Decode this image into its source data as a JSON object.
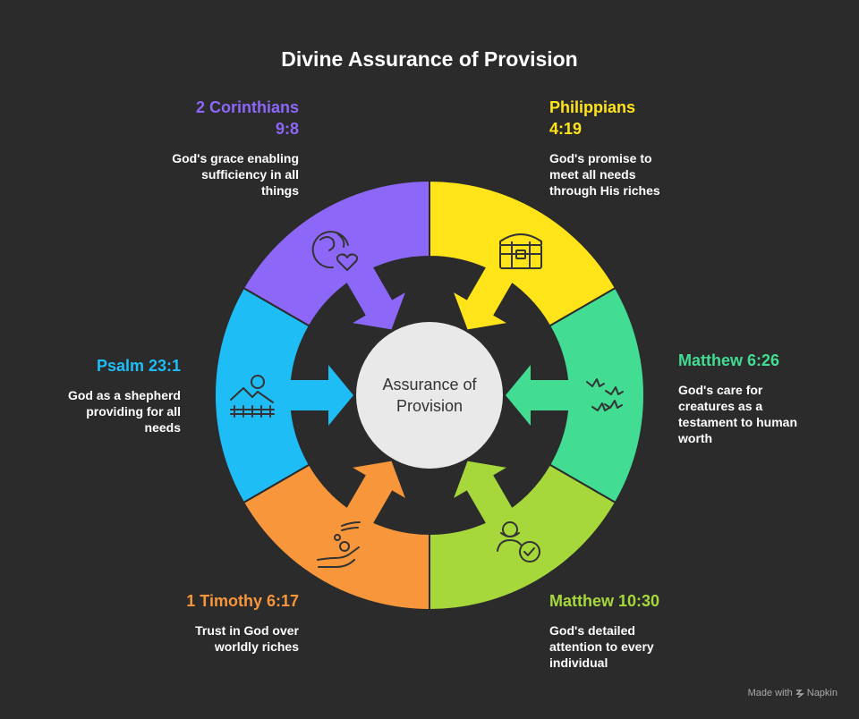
{
  "title": "Divine Assurance of Provision",
  "center": {
    "line1": "Assurance of",
    "line2": "Provision"
  },
  "segments": [
    {
      "id": "philippians",
      "heading_line1": "Philippians",
      "heading_line2": "4:19",
      "desc_lines": [
        "God's promise to",
        "meet all needs",
        "through His riches"
      ],
      "color": "#ffe41a",
      "icon": "treasure-chest-icon"
    },
    {
      "id": "matthew-626",
      "heading_line1": "Matthew 6:26",
      "heading_line2": "",
      "desc_lines": [
        "God's care for",
        "creatures as a",
        "testament to human",
        "worth"
      ],
      "color": "#42dd93",
      "icon": "birds-icon"
    },
    {
      "id": "matthew-1030",
      "heading_line1": "Matthew 10:30",
      "heading_line2": "",
      "desc_lines": [
        "God's detailed",
        "attention to every",
        "individual"
      ],
      "color": "#a6d83b",
      "icon": "person-check-icon"
    },
    {
      "id": "timothy",
      "heading_line1": "1 Timothy 6:17",
      "heading_line2": "",
      "desc_lines": [
        "Trust in God over",
        "worldly riches"
      ],
      "color": "#f7963a",
      "icon": "hand-coins-icon"
    },
    {
      "id": "psalm",
      "heading_line1": "Psalm 23:1",
      "heading_line2": "",
      "desc_lines": [
        "God as a shepherd",
        "providing for all",
        "needs"
      ],
      "color": "#1fbdf6",
      "icon": "pasture-icon"
    },
    {
      "id": "corinthians",
      "heading_line1": "2 Corinthians",
      "heading_line2": "9:8",
      "desc_lines": [
        "God's grace enabling",
        "sufficiency in all",
        "things"
      ],
      "color": "#8c67f8",
      "icon": "globe-heart-icon"
    }
  ],
  "credit": {
    "text": "Made with",
    "brand": "Napkin"
  }
}
